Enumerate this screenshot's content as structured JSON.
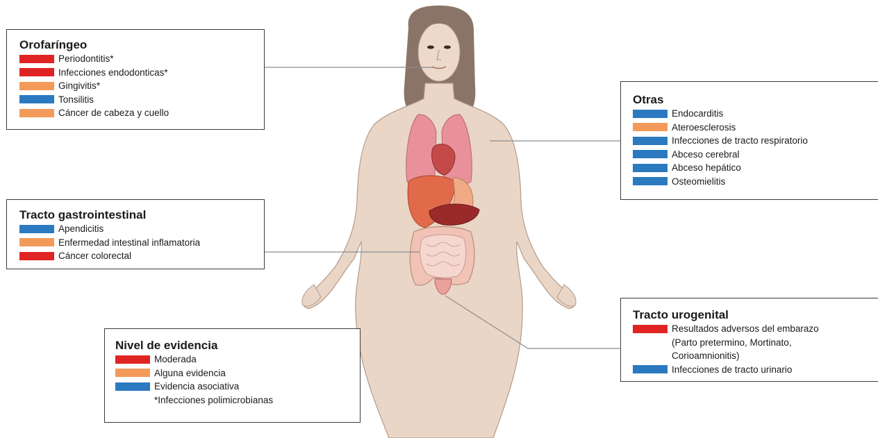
{
  "colors": {
    "moderada": "#e02423",
    "alguna": "#f39a5a",
    "asociativa": "#2b7ac0",
    "skin": "#e9d6c7",
    "hair": "#8a7468",
    "connector": "#8c8c8c"
  },
  "boxes": {
    "orofaringeo": {
      "title": "Orofaríngeo",
      "items": [
        {
          "label": "Periodontitis*",
          "level": "moderada"
        },
        {
          "label": "Infecciones endodonticas*",
          "level": "moderada"
        },
        {
          "label": "Gingivitis*",
          "level": "alguna"
        },
        {
          "label": "Tonsilitis",
          "level": "asociativa"
        },
        {
          "label": "Cáncer de cabeza y cuello",
          "level": "alguna"
        }
      ]
    },
    "gastro": {
      "title": "Tracto gastrointestinal",
      "items": [
        {
          "label": "Apendicitis",
          "level": "asociativa"
        },
        {
          "label": "Enfermedad intestinal inflamatoria",
          "level": "alguna"
        },
        {
          "label": "Cáncer colorectal",
          "level": "moderada"
        }
      ]
    },
    "otras": {
      "title": "Otras",
      "items": [
        {
          "label": "Endocarditis",
          "level": "asociativa"
        },
        {
          "label": "Ateroesclerosis",
          "level": "alguna"
        },
        {
          "label": "Infecciones de tracto respiratorio",
          "level": "asociativa"
        },
        {
          "label": "Abceso cerebral",
          "level": "asociativa"
        },
        {
          "label": "Abceso hepático",
          "level": "asociativa"
        },
        {
          "label": "Osteomielitis",
          "level": "asociativa"
        }
      ]
    },
    "urogenital": {
      "title": "Tracto urogenital",
      "items": [
        {
          "label": "Resultados adversos del embarazo\n(Parto pretermino, Mortinato,\nCorioamnionitis)",
          "level": "moderada"
        },
        {
          "label": "Infecciones de tracto urinario",
          "level": "asociativa"
        }
      ]
    },
    "evidencia": {
      "title": "Nivel de evidencia",
      "items": [
        {
          "label": "Moderada",
          "level": "moderada"
        },
        {
          "label": "Alguna evidencia",
          "level": "alguna"
        },
        {
          "label": "Evidencia asociativa",
          "level": "asociativa"
        }
      ],
      "note": "*Infecciones polimicrobianas"
    }
  }
}
